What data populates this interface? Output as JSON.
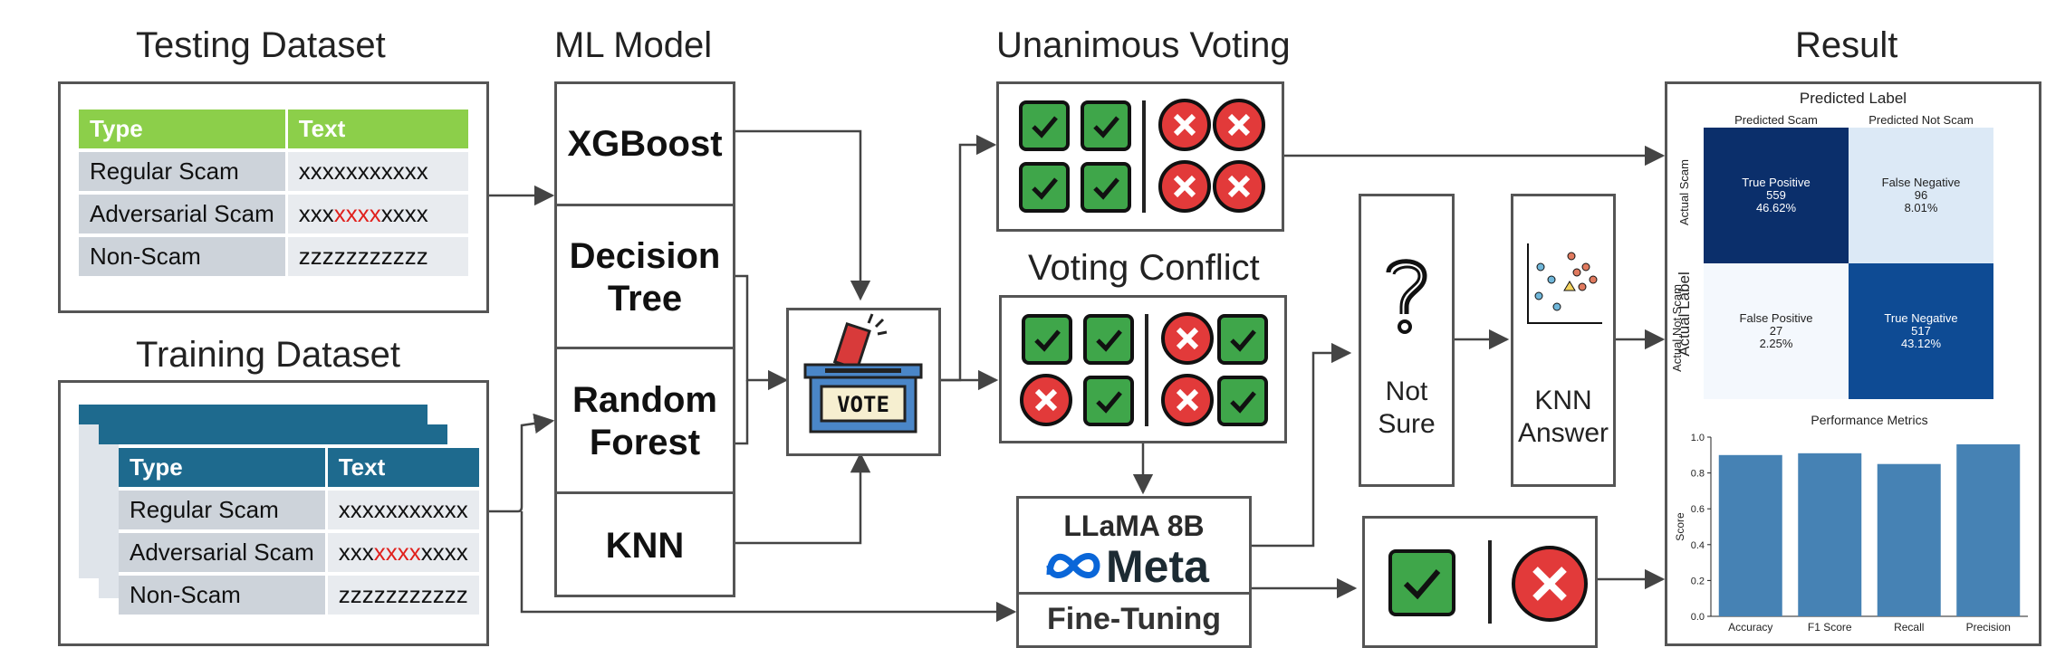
{
  "headings": {
    "testing": "Testing Dataset",
    "training": "Training Dataset",
    "model": "ML Model",
    "unanimous": "Unanimous Voting",
    "conflict": "Voting Conflict",
    "result": "Result"
  },
  "testing_table": {
    "headers": [
      "Type",
      "Text"
    ],
    "rows": [
      {
        "type": "Regular Scam",
        "text_a": "xxxxxxxxxxx",
        "text_red": "",
        "text_b": ""
      },
      {
        "type": "Adversarial Scam",
        "text_a": "xxx",
        "text_red": "xxxx",
        "text_b": "xxxx"
      },
      {
        "type": "Non-Scam",
        "text_a": "zzzzzzzzzzz",
        "text_red": "",
        "text_b": ""
      }
    ]
  },
  "training_table": {
    "headers": [
      "Type",
      "Text"
    ],
    "rows": [
      {
        "type": "Regular Scam",
        "text_a": "xxxxxxxxxxx",
        "text_red": "",
        "text_b": ""
      },
      {
        "type": "Adversarial Scam",
        "text_a": "xxx",
        "text_red": "xxxx",
        "text_b": "xxxx"
      },
      {
        "type": "Non-Scam",
        "text_a": "zzzzzzzzzzz",
        "text_red": "",
        "text_b": ""
      }
    ]
  },
  "models": [
    "XGBoost",
    "Decision\nTree",
    "Random\nForest",
    "KNN"
  ],
  "vote_label": "VOTE",
  "llm": {
    "name": "LLaMA 8B",
    "brand": "Meta",
    "finetune": "Fine-Tuning"
  },
  "not_sure": "Not\nSure",
  "knn_answer": "KNN\nAnswer",
  "confusion_matrix": {
    "title": "Predicted Label",
    "col_labels": [
      "Predicted Scam",
      "Predicted Not Scam"
    ],
    "row_axis_label": "Actual Label",
    "row_labels": [
      "Actual Scam",
      "Actual Not Scam"
    ],
    "cells": [
      {
        "label": "True Positive",
        "count": "559",
        "pct": "46.62%",
        "shade": "#0b2f6b",
        "text_color": "#ffffff"
      },
      {
        "label": "False Negative",
        "count": "96",
        "pct": "8.01%",
        "shade": "#dce9f6",
        "text_color": "#222222"
      },
      {
        "label": "False Positive",
        "count": "27",
        "pct": "2.25%",
        "shade": "#f4f8fd",
        "text_color": "#222222"
      },
      {
        "label": "True Negative",
        "count": "517",
        "pct": "43.12%",
        "shade": "#0e4b94",
        "text_color": "#ffffff"
      }
    ]
  },
  "chart_data": {
    "type": "bar",
    "title": "Performance Metrics",
    "ylabel": "Score",
    "xlabel": "",
    "categories": [
      "Accuracy",
      "F1 Score",
      "Recall",
      "Precision"
    ],
    "values": [
      0.9,
      0.91,
      0.85,
      0.96
    ],
    "ylim": [
      0,
      1.0
    ],
    "yticks": [
      "0.0",
      "0.2",
      "0.4",
      "0.6",
      "0.8",
      "1.0"
    ],
    "bar_color": "#4682b4",
    "grid": false
  },
  "colors": {
    "check_green": "#3fa64a",
    "cross_red": "#e23a3a",
    "table_header_green": "#8ccf4a",
    "table_header_blue": "#1e6a8e",
    "meta_blue": "#0a66d8"
  }
}
